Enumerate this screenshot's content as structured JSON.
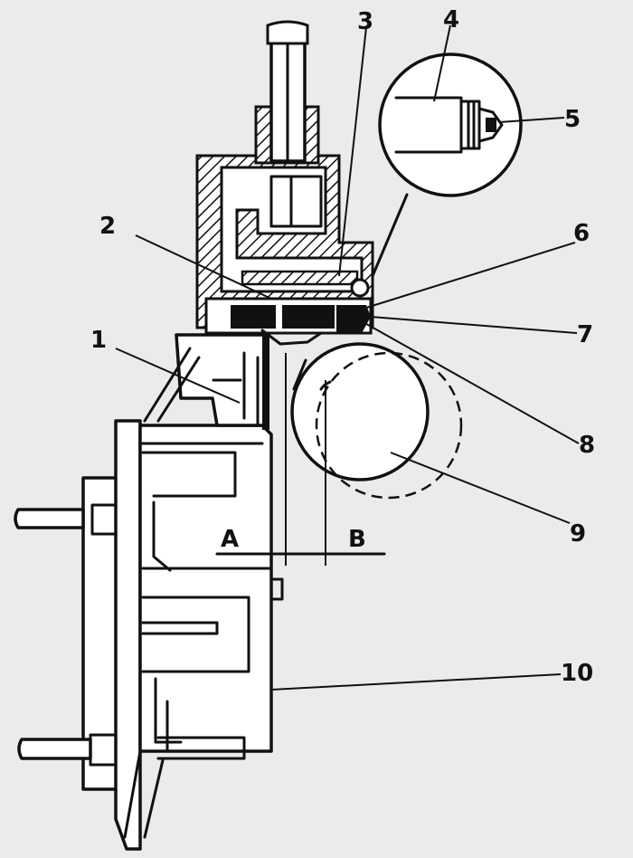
{
  "diagram": {
    "callouts": [
      {
        "id": "c1",
        "text": "1"
      },
      {
        "id": "c2",
        "text": "2"
      },
      {
        "id": "c3",
        "text": "3"
      },
      {
        "id": "c4",
        "text": "4"
      },
      {
        "id": "c5",
        "text": "5"
      },
      {
        "id": "c6",
        "text": "6"
      },
      {
        "id": "c7",
        "text": "7"
      },
      {
        "id": "c8",
        "text": "8"
      },
      {
        "id": "c9",
        "text": "9"
      },
      {
        "id": "c10",
        "text": "10"
      }
    ],
    "section_labels": {
      "a": "A",
      "b": "B"
    }
  }
}
